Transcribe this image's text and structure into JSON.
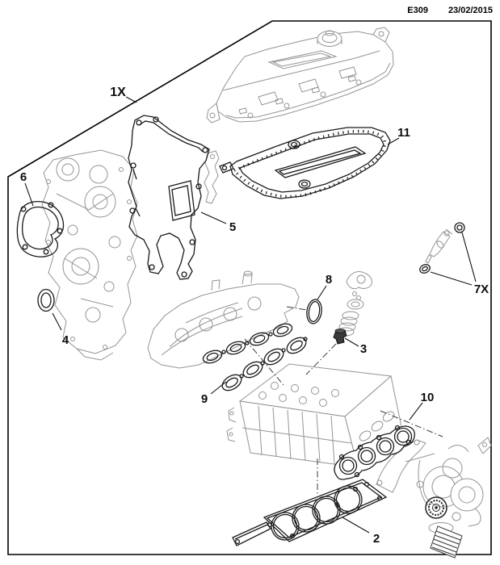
{
  "header": {
    "code": "E309",
    "date": "23/02/2015"
  },
  "callouts": {
    "kit": "1X",
    "head_gasket": "2",
    "valve_stem_seal": "3",
    "crank_seal": "4",
    "timing_cover_gasket": "5",
    "water_pump_gasket": "6",
    "injector_orings": "7X",
    "seal_ring": "8",
    "intake_gaskets": "9",
    "exhaust_gasket": "10",
    "cam_cover_gasket": "11"
  },
  "colors": {
    "background": "#ffffff",
    "border": "#000000",
    "kit_part_line": "#1a1a1a",
    "reference_part_line": "#949494"
  }
}
